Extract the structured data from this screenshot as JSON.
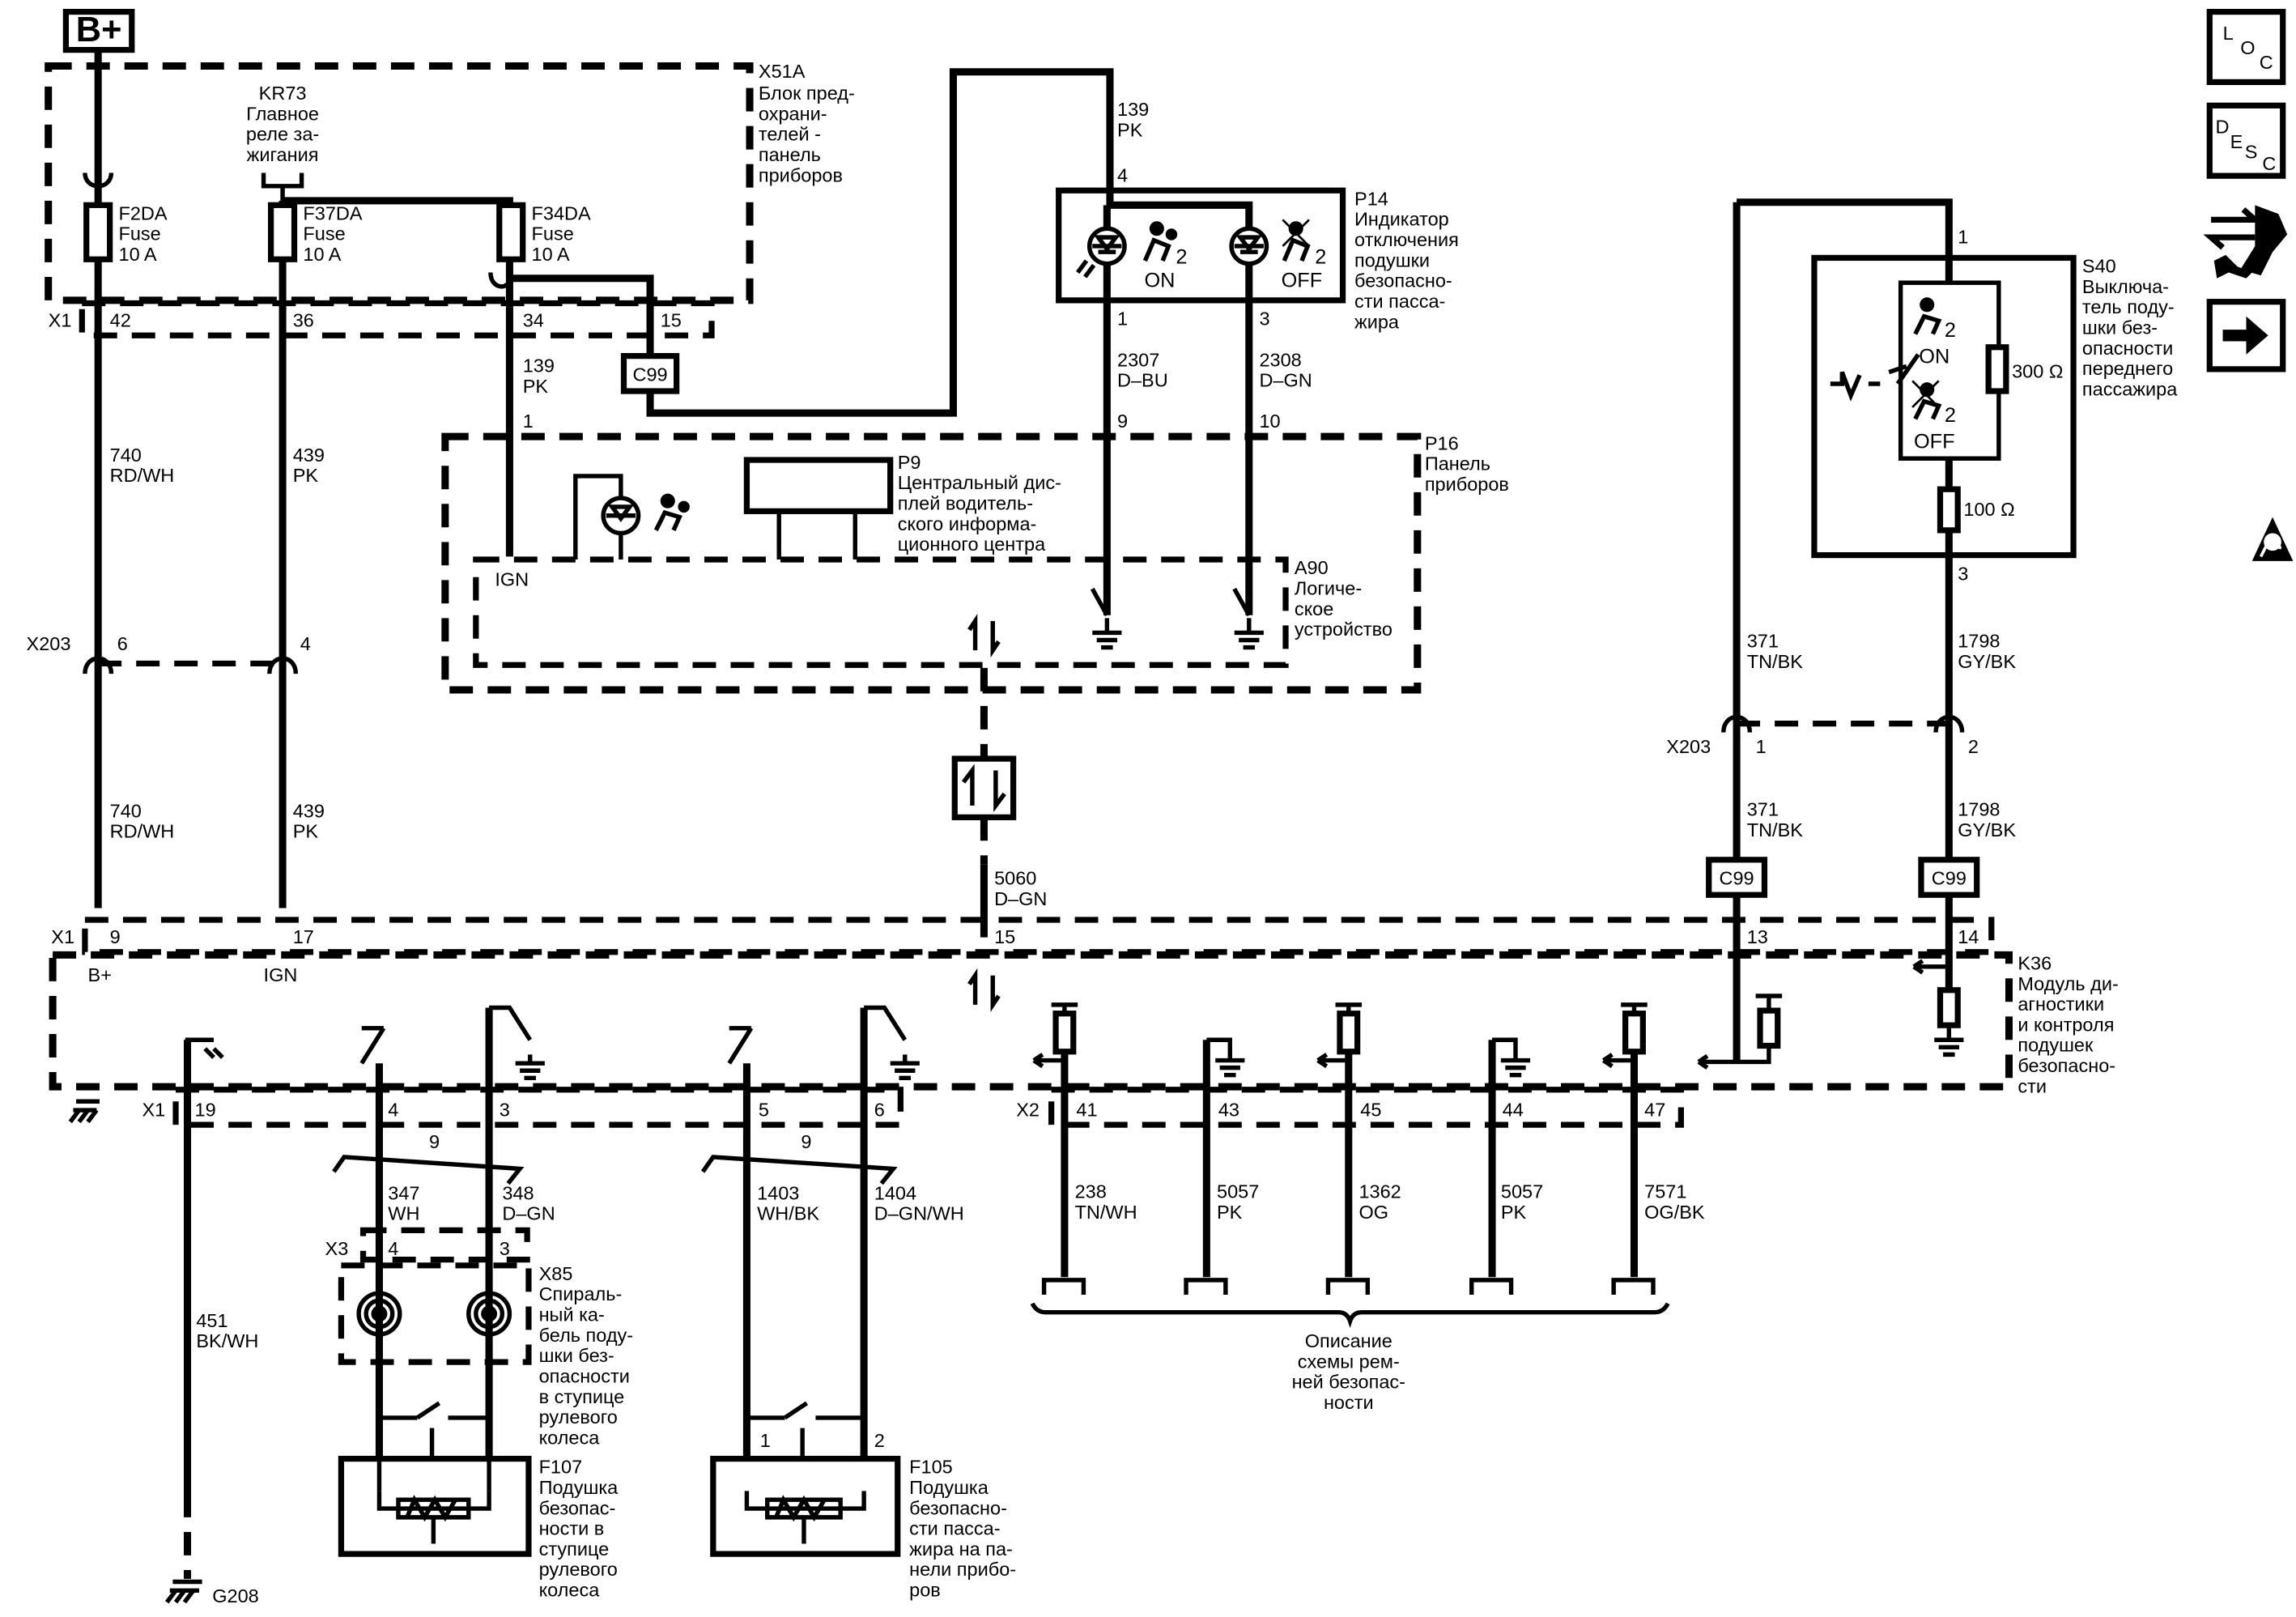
{
  "top_left_supply": {
    "label": "B+"
  },
  "side_icons": [
    {
      "name": "location-icon",
      "text": "LOC"
    },
    {
      "name": "description-icon",
      "text": "DESC"
    },
    {
      "name": "connector-tool-icon",
      "text": ""
    },
    {
      "name": "next-arrow-icon",
      "text": ""
    },
    {
      "name": "airbag-warning-icon",
      "text": ""
    }
  ],
  "fuse_block": {
    "id": "X51A",
    "desc": [
      "Блок пред-",
      "охрани-",
      "телей -",
      "панель",
      "приборов"
    ],
    "relay": {
      "id": "KR73",
      "desc": [
        "Главное",
        "реле за-",
        "жигания"
      ]
    },
    "fuses": [
      {
        "id": "F2DA",
        "type": "Fuse",
        "rating": "10 A"
      },
      {
        "id": "F37DA",
        "type": "Fuse",
        "rating": "10 A"
      },
      {
        "id": "F34DA",
        "type": "Fuse",
        "rating": "10 A"
      }
    ]
  },
  "connector_x1_top": {
    "name": "X1",
    "pins": [
      "42",
      "36",
      "34",
      "15"
    ]
  },
  "inline_c99": [
    "C99",
    "C99",
    "C99"
  ],
  "wires": {
    "w740a": {
      "num": "740",
      "color": "RD/WH"
    },
    "w439a": {
      "num": "439",
      "color": "PK"
    },
    "w139a": {
      "num": "139",
      "color": "PK"
    },
    "w139b": {
      "num": "139",
      "color": "PK"
    },
    "w2307": {
      "num": "2307",
      "color": "D–BU"
    },
    "w2308": {
      "num": "2308",
      "color": "D–GN"
    },
    "w740b": {
      "num": "740",
      "color": "RD/WH"
    },
    "w439b": {
      "num": "439",
      "color": "PK"
    },
    "w5060": {
      "num": "5060",
      "color": "D–GN"
    },
    "w371a": {
      "num": "371",
      "color": "TN/BK"
    },
    "w1798a": {
      "num": "1798",
      "color": "GY/BK"
    },
    "w371b": {
      "num": "371",
      "color": "TN/BK"
    },
    "w1798b": {
      "num": "1798",
      "color": "GY/BK"
    },
    "w347": {
      "num": "347",
      "color": "WH"
    },
    "w348": {
      "num": "348",
      "color": "D–GN"
    },
    "w1403": {
      "num": "1403",
      "color": "WH/BK"
    },
    "w1404": {
      "num": "1404",
      "color": "D–GN/WH"
    },
    "w451": {
      "num": "451",
      "color": "BK/WH"
    },
    "w238": {
      "num": "238",
      "color": "TN/WH"
    },
    "w5057a": {
      "num": "5057",
      "color": "PK"
    },
    "w1362": {
      "num": "1362",
      "color": "OG"
    },
    "w5057b": {
      "num": "5057",
      "color": "PK"
    },
    "w7571": {
      "num": "7571",
      "color": "OG/BK"
    }
  },
  "p14": {
    "id": "P14",
    "desc": [
      "Индикатор",
      "отключения",
      "подушки",
      "безопасно-",
      "сти пасса-",
      "жира"
    ],
    "pin_top": "4",
    "pin_left": "1",
    "pin_right": "3",
    "on": "ON",
    "off": "OFF",
    "sub": "2"
  },
  "p16": {
    "id": "P16",
    "desc": [
      "Панель",
      "приборов"
    ],
    "pin_ign": "1",
    "pin_9": "9",
    "pin_10": "10"
  },
  "p9": {
    "id": "P9",
    "desc": [
      "Центральный дис-",
      "плей водитель-",
      "ского информа-",
      "ционного центра"
    ]
  },
  "a90": {
    "id": "A90",
    "desc": [
      "Логиче-",
      "ское",
      "устройство"
    ],
    "ign": "IGN"
  },
  "x203": {
    "name": "X203",
    "pins_left": [
      "6",
      "4"
    ],
    "pins_right": [
      "1",
      "2"
    ]
  },
  "s40": {
    "id": "S40",
    "desc": [
      "Выключа-",
      "тель поду-",
      "шки без-",
      "опасности",
      "переднего",
      "пассажира"
    ],
    "pin_top": "1",
    "pin_bottom": "3",
    "r1": "300 Ω",
    "r2": "100 Ω",
    "on": "ON",
    "off": "OFF",
    "sub": "2"
  },
  "connector_x1_mid": {
    "name": "X1",
    "pins": [
      "9",
      "17",
      "15",
      "13",
      "14"
    ]
  },
  "k36": {
    "id": "K36",
    "desc": [
      "Модуль ди-",
      "агностики",
      "и контроля",
      "подушек",
      "безопасно-",
      "сти"
    ],
    "bplus": "B+",
    "ign": "IGN"
  },
  "connector_x1_bot": {
    "name": "X1",
    "pins": [
      "19",
      "4",
      "3",
      "5",
      "6"
    ]
  },
  "connector_x2_bot": {
    "name": "X2",
    "pins": [
      "41",
      "43",
      "45",
      "44",
      "47"
    ]
  },
  "twist": [
    "9",
    "9"
  ],
  "x3": {
    "name": "X3",
    "pins": [
      "4",
      "3"
    ]
  },
  "x85": {
    "id": "X85",
    "desc": [
      "Спираль-",
      "ный ка-",
      "бель поду-",
      "шки без-",
      "опасности",
      "в ступице",
      "рулевого",
      "колеса"
    ]
  },
  "f107": {
    "id": "F107",
    "desc": [
      "Подушка",
      "безопас-",
      "ности в",
      "ступице",
      "рулевого",
      "колеса"
    ]
  },
  "f105": {
    "id": "F105",
    "desc": [
      "Подушка",
      "безопасно-",
      "сти пасса-",
      "жира на па-",
      "нели прибо-",
      "ров"
    ],
    "pin1": "1",
    "pin2": "2"
  },
  "ground": {
    "id": "G208"
  },
  "belt_note": [
    "Описание",
    "схемы рем-",
    "ней безопас-",
    "ности"
  ]
}
